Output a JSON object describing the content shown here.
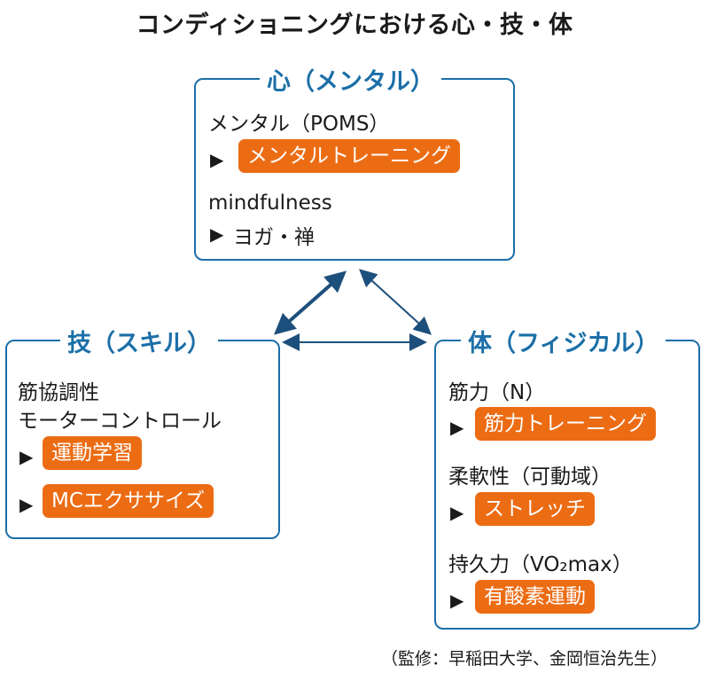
{
  "title": "コンディショニングにおける心・技・体",
  "mind": {
    "heading": "心（メンタル）",
    "item1_label": "メンタル（POMS）",
    "item1_action": "メンタルトレーニング",
    "item2_label": "mindfulness",
    "item2_action": "ヨガ・禅"
  },
  "skill": {
    "heading": "技（スキル）",
    "item1_label": "筋協調性",
    "item2_label": "モーターコントロール",
    "action1": "運動学習",
    "action2": "MCエクササイズ"
  },
  "body": {
    "heading": "体（フィジカル）",
    "item1_label": "筋力（N）",
    "item1_action": "筋力トレーニング",
    "item2_label": "柔軟性（可動域）",
    "item2_action": "ストレッチ",
    "item3_label": "持久力（VO₂max）",
    "item3_action": "有酸素運動"
  },
  "credit": "（監修：早稲田大学、金岡恒治先生）",
  "colors": {
    "accent_blue": "#1b6fa8",
    "arrow_navy": "#1d4f7c",
    "pill_orange": "#ec6c14"
  },
  "icons": {
    "bullet": "black-right-triangle"
  }
}
